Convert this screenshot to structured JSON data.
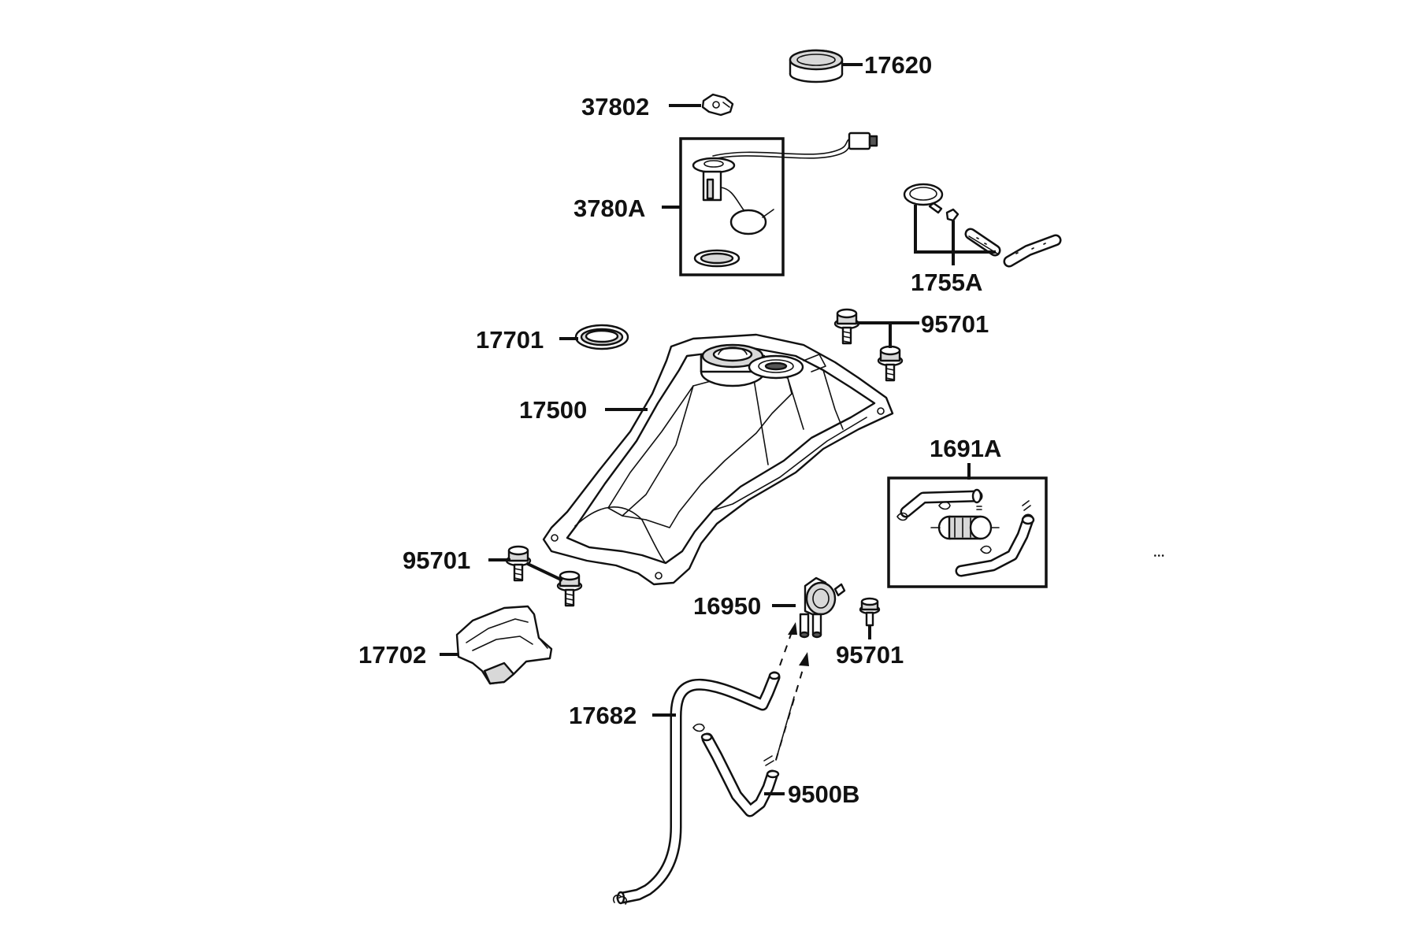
{
  "labels": {
    "p17620": "17620",
    "p37802": "37802",
    "p3780A": "3780A",
    "p1755A": "1755A",
    "p17701": "17701",
    "p95701_top": "95701",
    "p17500": "17500",
    "p1691A": "1691A",
    "p95701_left": "95701",
    "p16950": "16950",
    "p95701_right": "95701",
    "p17702": "17702",
    "p17682": "17682",
    "p9500B": "9500B"
  },
  "parts": [
    {
      "id": "17620",
      "icon": "fuel-cap-icon"
    },
    {
      "id": "37802",
      "icon": "connector-clip-icon"
    },
    {
      "id": "3780A",
      "icon": "fuel-pump-assembly-icon"
    },
    {
      "id": "1755A",
      "icon": "clamp-and-hose-icon"
    },
    {
      "id": "17701",
      "icon": "gasket-ring-icon"
    },
    {
      "id": "95701",
      "icon": "flange-bolt-icon"
    },
    {
      "id": "17500",
      "icon": "fuel-tank-icon"
    },
    {
      "id": "1691A",
      "icon": "fuel-filter-kit-icon"
    },
    {
      "id": "16950",
      "icon": "fuel-valve-icon"
    },
    {
      "id": "17702",
      "icon": "heat-shield-icon"
    },
    {
      "id": "17682",
      "icon": "fuel-hose-icon"
    },
    {
      "id": "9500B",
      "icon": "vent-hose-icon"
    }
  ]
}
